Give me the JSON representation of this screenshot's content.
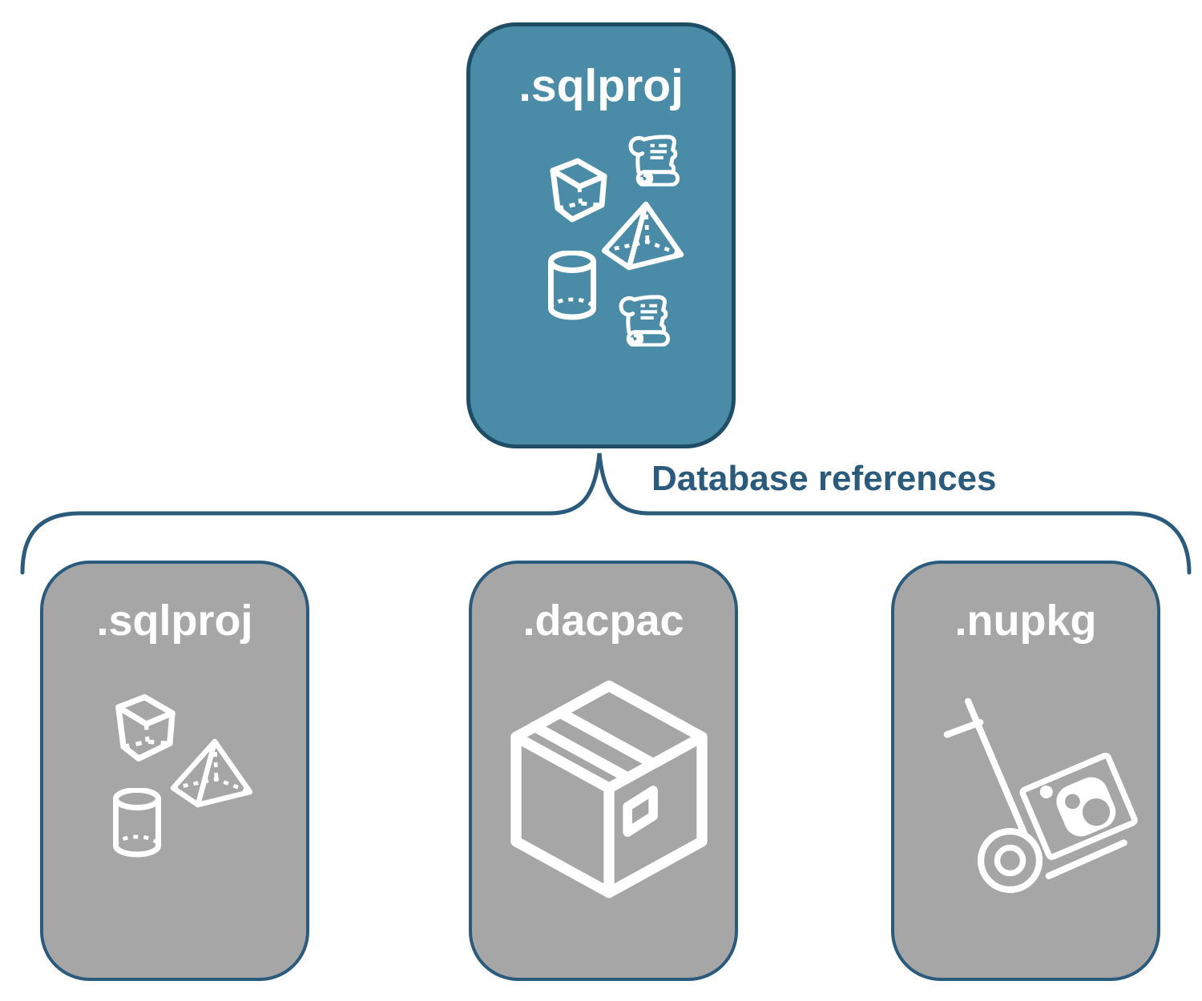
{
  "colors": {
    "accent-teal": "#4A8CA8",
    "teal-border": "#1F4D66",
    "card-gray": "#A6A6A6",
    "line-blue": "#2A5B7C",
    "title-white": "#FFFFFF"
  },
  "root_card": {
    "label": ".sqlproj",
    "icons": [
      "cube-icon",
      "scroll-icon",
      "pyramid-icon",
      "cylinder-icon",
      "scroll-icon"
    ]
  },
  "connector": {
    "label": "Database references"
  },
  "child_cards": [
    {
      "label": ".sqlproj",
      "icons": [
        "cube-icon",
        "pyramid-icon",
        "cylinder-icon"
      ]
    },
    {
      "label": ".dacpac",
      "icons": [
        "package-box-icon"
      ]
    },
    {
      "label": ".nupkg",
      "icons": [
        "hand-truck-icon"
      ]
    }
  ]
}
